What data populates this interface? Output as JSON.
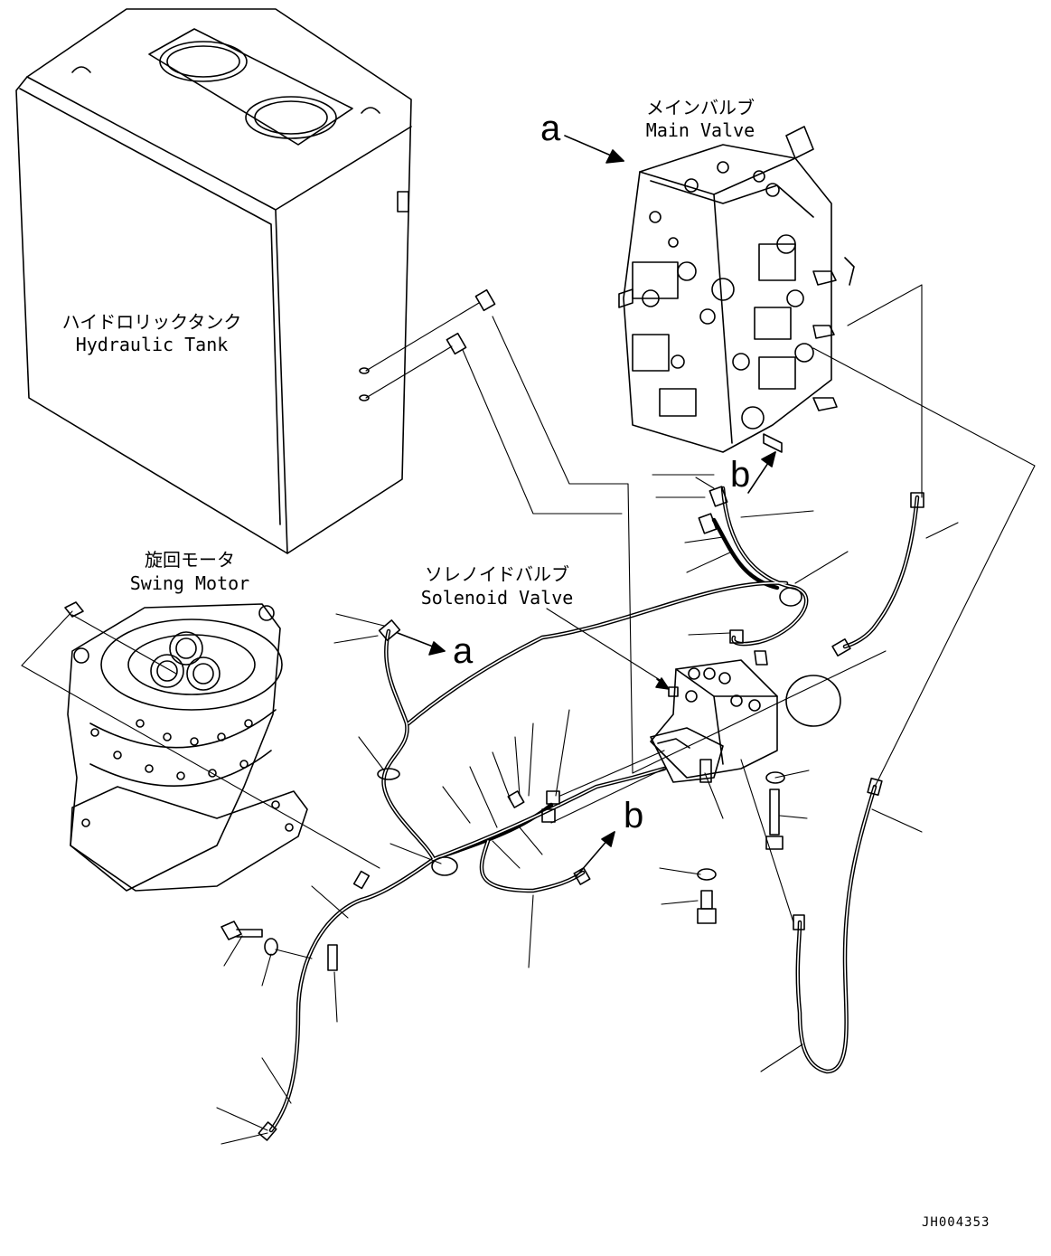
{
  "components": {
    "hydraulic_tank": {
      "jp": "ハイドロリックタンク",
      "en": "Hydraulic Tank"
    },
    "main_valve": {
      "jp": "メインバルブ",
      "en": "Main Valve"
    },
    "swing_motor": {
      "jp": "旋回モータ",
      "en": "Swing Motor"
    },
    "solenoid_valve": {
      "jp": "ソレノイドバルブ",
      "en": "Solenoid Valve"
    }
  },
  "markers": {
    "a": "a",
    "b": "b"
  },
  "drawing_code": "JH004353"
}
